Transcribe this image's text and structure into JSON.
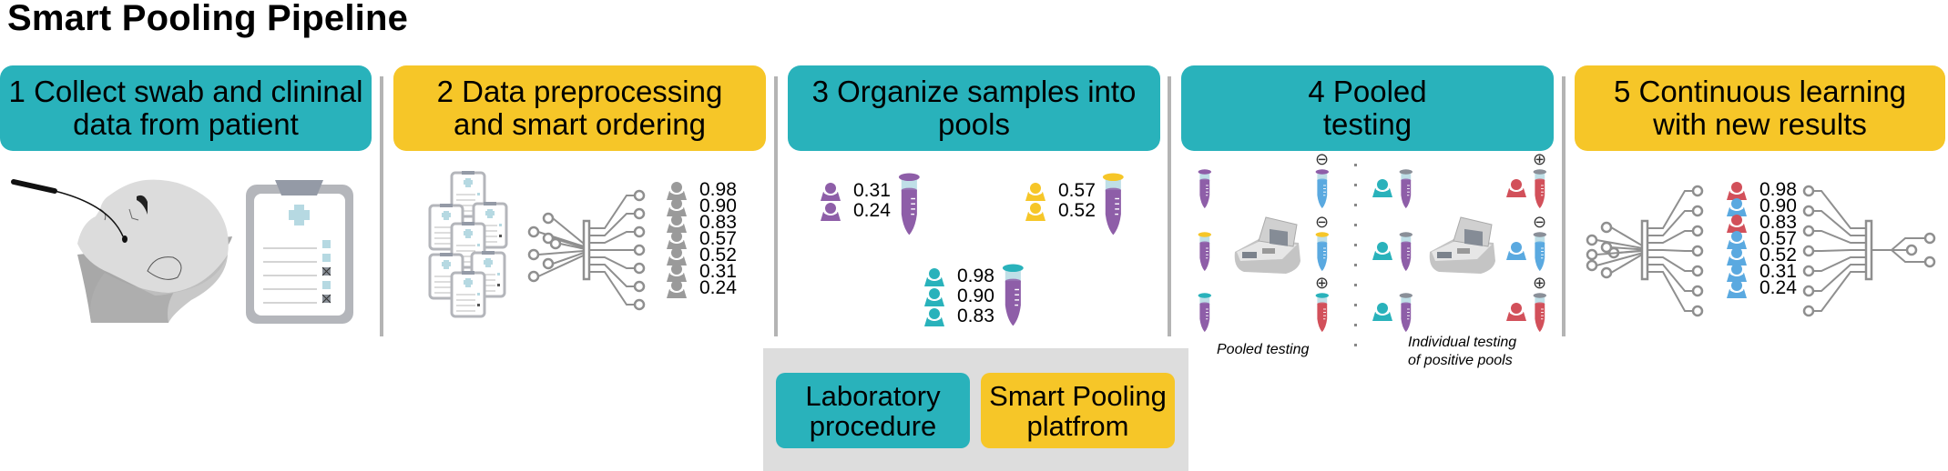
{
  "title": "Smart Pooling Pipeline",
  "colors": {
    "laboratory": "#29b2bb",
    "platform": "#f6c628",
    "purple": "#8e5ea8",
    "negative": "#5aa9e0",
    "positive": "#d2505a",
    "neutral_gray": "#9a9a9a"
  },
  "steps": [
    {
      "label": "1 Collect swab and clininal data from patient",
      "type": "laboratory"
    },
    {
      "label": "2 Data preprocessing and smart ordering",
      "type": "platform"
    },
    {
      "label": "3 Organize samples into pools",
      "type": "laboratory"
    },
    {
      "label": "4 Pooled testing",
      "type": "laboratory"
    },
    {
      "label": "5 Continuous learning with new results",
      "type": "platform"
    }
  ],
  "step2": {
    "scores": [
      "0.98",
      "0.90",
      "0.83",
      "0.57",
      "0.52",
      "0.31",
      "0.24"
    ]
  },
  "step3": {
    "pools": [
      {
        "color": "purple",
        "scores": [
          "0.31",
          "0.24"
        ]
      },
      {
        "color": "yellow",
        "scores": [
          "0.57",
          "0.52"
        ]
      },
      {
        "color": "teal",
        "scores": [
          "0.98",
          "0.90",
          "0.83"
        ]
      }
    ]
  },
  "step4": {
    "pooled_results": [
      {
        "pool": "purple",
        "result": "negative",
        "symbol": "⊖"
      },
      {
        "pool": "yellow",
        "result": "negative",
        "symbol": "⊖"
      },
      {
        "pool": "teal",
        "result": "positive",
        "symbol": "⊕"
      }
    ],
    "individual_results": [
      {
        "result": "positive",
        "symbol": "⊕"
      },
      {
        "result": "negative",
        "symbol": "⊖"
      },
      {
        "result": "positive",
        "symbol": "⊕"
      }
    ],
    "caption_pooled": "Pooled testing",
    "caption_individual_line1": "Individual testing",
    "caption_individual_line2": "of positive pools"
  },
  "step5": {
    "scores": [
      "0.98",
      "0.90",
      "0.83",
      "0.57",
      "0.52",
      "0.31",
      "0.24"
    ],
    "results": [
      "positive",
      "negative",
      "positive",
      "negative",
      "negative",
      "negative",
      "negative"
    ]
  },
  "legend": {
    "laboratory_line1": "Laboratory",
    "laboratory_line2": "procedure",
    "platform_line1": "Smart Pooling",
    "platform_line2": "platfrom"
  }
}
